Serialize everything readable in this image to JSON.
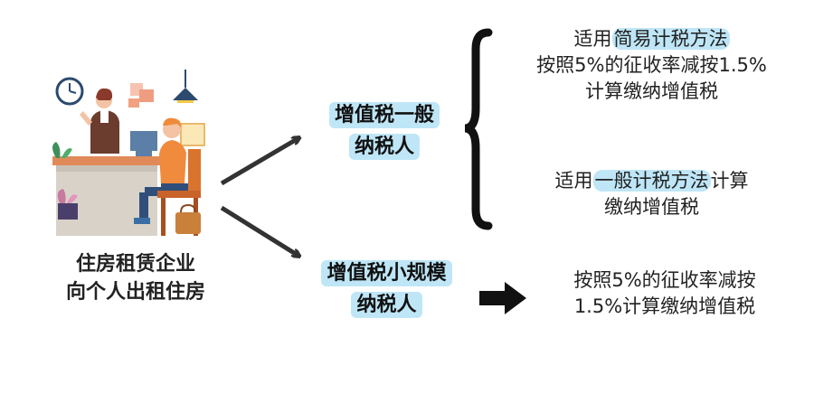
{
  "subject": {
    "line1": "住房租赁企业",
    "line2": "向个人出租住房"
  },
  "taxpayer_general": {
    "line1": "增值税一般",
    "line2": "纳税人"
  },
  "taxpayer_small": {
    "line1": "增值税小规模",
    "line2": "纳税人"
  },
  "option_simple": {
    "line1_prefix": "适用",
    "line1_highlight": "简易计税方法",
    "line2": "按照5%的征收率减按1.5%",
    "line3": "计算缴纳增值税"
  },
  "option_general_method": {
    "line1_prefix": "适用",
    "line1_highlight": "一般计税方法",
    "line1_suffix": "计算",
    "line2": "缴纳增值税"
  },
  "option_small": {
    "line1": "按照5%的征收率减按",
    "line2": "1.5%计算缴纳增值税"
  },
  "colors": {
    "highlight": "#bfe6f7",
    "arrow": "#333333",
    "brace": "#111111"
  }
}
